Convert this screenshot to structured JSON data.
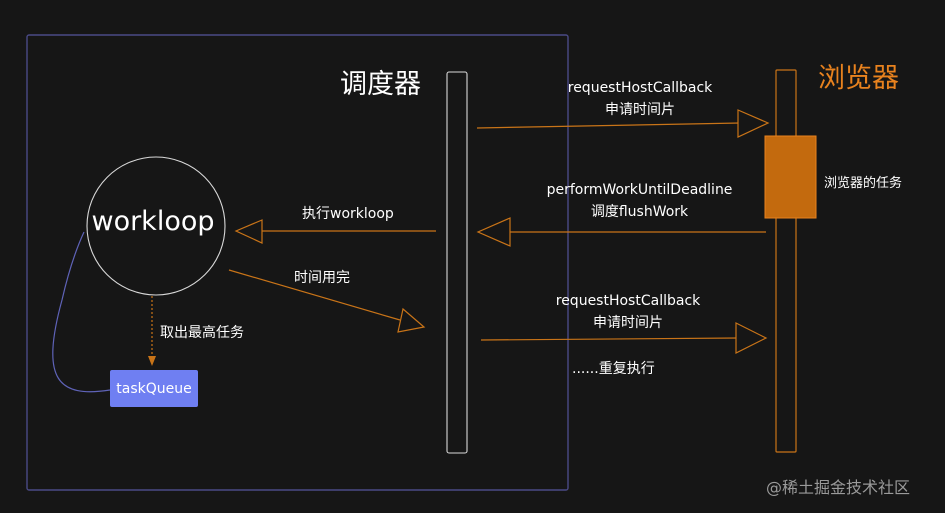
{
  "labels": {
    "scheduler": "调度器",
    "browser": "浏览器",
    "browser_task": "浏览器的任务",
    "workloop": "workloop",
    "task_queue": "taskQueue",
    "take_highest": "取出最高任务",
    "time_used_up": "时间用完",
    "exec_workloop": "执行workloop",
    "request_1_line1": "requestHostCallback",
    "request_1_line2": "申请时间片",
    "perform_line1": "performWorkUntilDeadline",
    "perform_line2": "调度flushWork",
    "request_2_line1": "requestHostCallback",
    "request_2_line2": "申请时间片",
    "repeat": "......重复执行",
    "watermark": "@稀土掘金技术社区"
  },
  "colors": {
    "background": "#161616",
    "browser_accent": "#e8821e",
    "browser_task_fill": "#c36a0e",
    "arrow": "#c97418",
    "frame_border": "#4a4a85",
    "task_queue_fill": "#6f7ff2",
    "loop_line": "#5f63b8",
    "lifeline_stroke": "#d9d9d9"
  }
}
